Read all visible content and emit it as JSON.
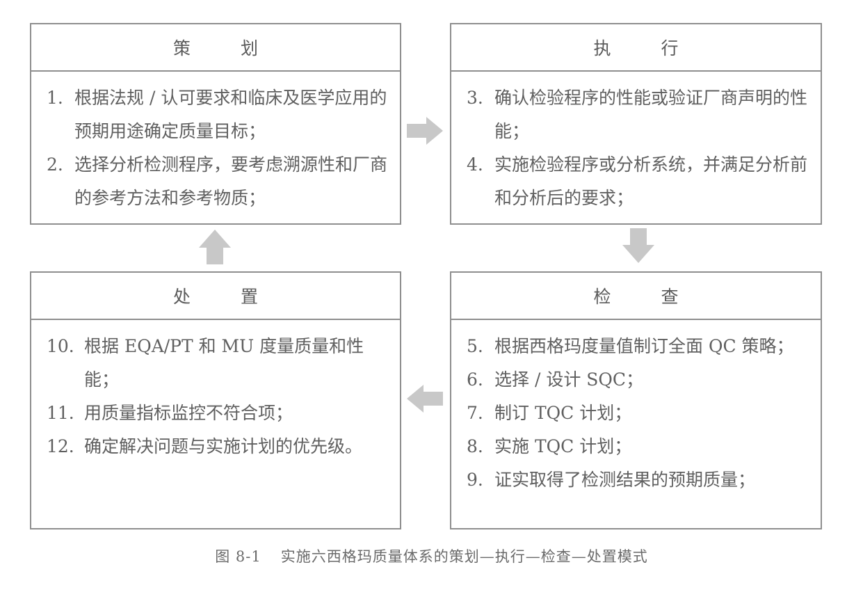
{
  "diagram": {
    "type": "PDCA cycle",
    "boxes": {
      "plan": {
        "title_parts": [
          "策",
          "划"
        ],
        "items": [
          {
            "num": "1.",
            "text": "根据法规 / 认可要求和临床及医学应用的预期用途确定质量目标；"
          },
          {
            "num": "2.",
            "text": "选择分析检测程序，要考虑溯源性和厂商的参考方法和参考物质；"
          }
        ]
      },
      "do": {
        "title_parts": [
          "执",
          "行"
        ],
        "items": [
          {
            "num": "3.",
            "text": "确认检验程序的性能或验证厂商声明的性能；"
          },
          {
            "num": "4.",
            "text": "实施检验程序或分析系统，并满足分析前和分析后的要求；"
          }
        ]
      },
      "check": {
        "title_parts": [
          "检",
          "查"
        ],
        "items": [
          {
            "num": "5.",
            "text": "根据西格玛度量值制订全面 QC 策略；"
          },
          {
            "num": "6.",
            "text": "选择 / 设计 SQC；"
          },
          {
            "num": "7.",
            "text": "制订 TQC 计划；"
          },
          {
            "num": "8.",
            "text": "实施 TQC 计划；"
          },
          {
            "num": "9.",
            "text": "证实取得了检测结果的预期质量；"
          }
        ]
      },
      "act": {
        "title_parts": [
          "处",
          "置"
        ],
        "items": [
          {
            "num": "10.",
            "text": "根据 EQA/PT 和 MU 度量质量和性能；"
          },
          {
            "num": "11.",
            "text": "用质量指标监控不符合项；"
          },
          {
            "num": "12.",
            "text": "确定解决问题与实施计划的优先级。"
          }
        ]
      }
    },
    "arrows": [
      {
        "from": "plan",
        "to": "do",
        "direction": "right"
      },
      {
        "from": "do",
        "to": "check",
        "direction": "down"
      },
      {
        "from": "check",
        "to": "act",
        "direction": "left"
      },
      {
        "from": "act",
        "to": "plan",
        "direction": "up"
      }
    ],
    "colors": {
      "border": "#8e8e8e",
      "text": "#5a5a5a",
      "arrow": "#c8c8c8"
    }
  },
  "caption": {
    "figure_number": "图 8-1",
    "text": "实施六西格玛质量体系的策划—执行—检查—处置模式"
  }
}
